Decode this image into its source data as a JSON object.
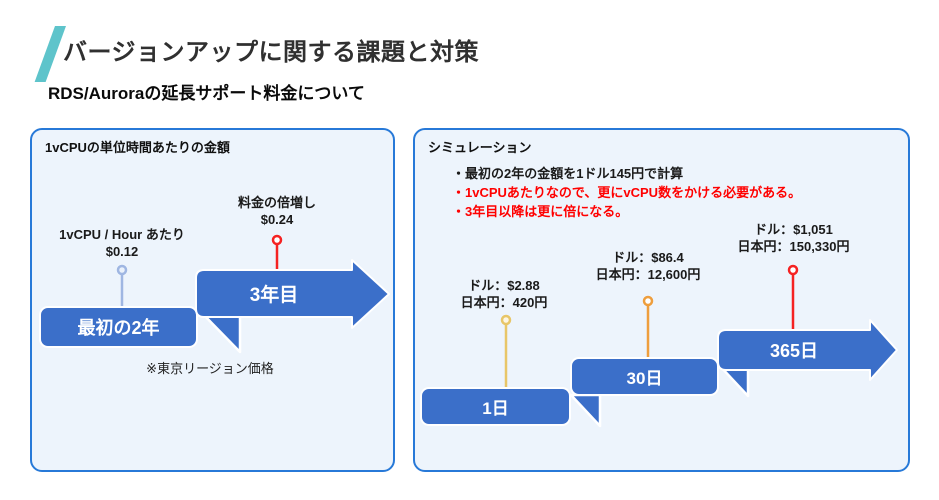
{
  "header": {
    "title": "バージョンアップに関する課題と対策",
    "subtitle": "RDS/Auroraの延長サポート料金について"
  },
  "left_panel": {
    "title": "1vCPUの単位時間あたりの金額",
    "callouts": [
      {
        "line1": "1vCPU / Hour あたり",
        "line2": "$0.12",
        "pin_color": "#9FB6E2"
      },
      {
        "line1": "料金の倍増し",
        "line2": "$0.24",
        "pin_color": "#F52222"
      }
    ],
    "steps": [
      {
        "label": "最初の2年"
      },
      {
        "label": "3年目"
      }
    ],
    "footnote": "※東京リージョン価格"
  },
  "right_panel": {
    "title": "シミュレーション",
    "notes": [
      {
        "text": "・最初の2年の金額を1ドル145円で計算",
        "color": "#1a1a1a"
      },
      {
        "text": "・1vCPUあたりなので、更にvCPU数をかける必要がある。",
        "color": "#FF0000"
      },
      {
        "text": "・3年目以降は更に倍になる。",
        "color": "#FF0000"
      }
    ],
    "callouts": [
      {
        "line1": "ドル：$2.88",
        "line2": "日本円：420円",
        "pin_color": "#E8C668"
      },
      {
        "line1": "ドル：$86.4",
        "line2": "日本円：12,600円",
        "pin_color": "#EE9E3D"
      },
      {
        "line1": "ドル：$1,051",
        "line2": "日本円：150,330円",
        "pin_color": "#F52222"
      }
    ],
    "steps": [
      {
        "label": "1日"
      },
      {
        "label": "30日"
      },
      {
        "label": "365日"
      }
    ]
  },
  "colors": {
    "step_blue": "#3B6FC9",
    "panel_border": "#2779D8",
    "panel_background": "#EDF4FC",
    "accent_teal": "#5EC4CB",
    "warning_red": "#FF0000"
  }
}
